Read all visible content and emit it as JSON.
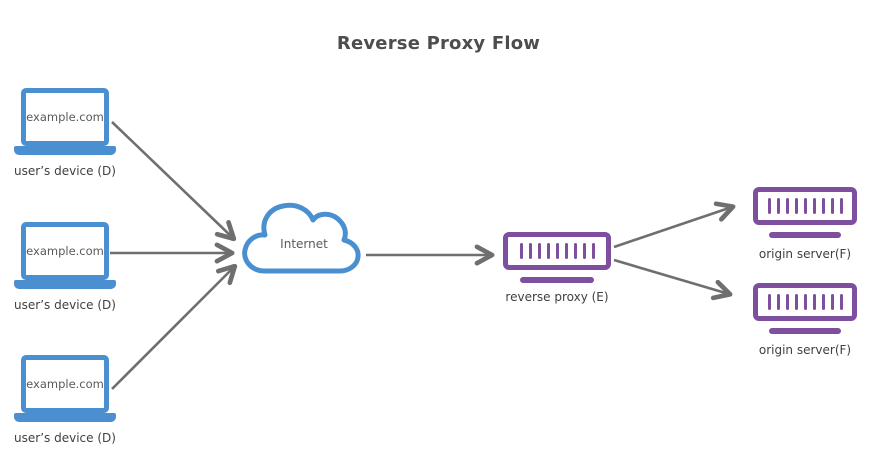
{
  "title": "Reverse Proxy Flow",
  "colors": {
    "device_blue": "#4a90d1",
    "server_purple": "#7d4f9e",
    "arrow_gray": "#6f6f6f",
    "title_text": "#4d4d4d",
    "label_text": "#404040"
  },
  "devices": [
    {
      "screen_text": "example.com",
      "label": "user’s device (D)"
    },
    {
      "screen_text": "example.com",
      "label": "user’s device (D)"
    },
    {
      "screen_text": "example.com",
      "label": "user’s device (D)"
    }
  ],
  "internet": {
    "label": "Internet"
  },
  "reverse_proxy": {
    "label": "reverse proxy (E)"
  },
  "origin_servers": [
    {
      "label": "origin server(F)"
    },
    {
      "label": "origin server(F)"
    }
  ]
}
